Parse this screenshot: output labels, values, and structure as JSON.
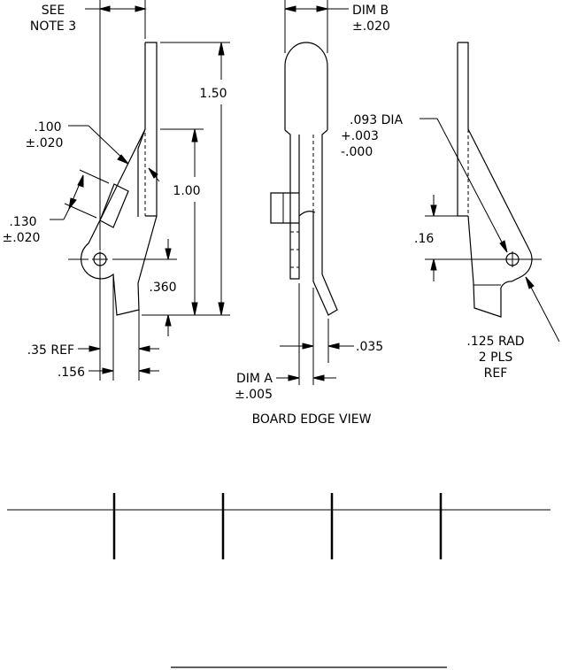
{
  "labels": {
    "see_note": [
      "SEE",
      "NOTE 3"
    ],
    "dim_b": [
      "DIM B",
      "±.020"
    ],
    "tol_100": [
      ".100",
      "±.020"
    ],
    "tol_130": [
      ".130",
      "±.020"
    ],
    "dim_150": "1.50",
    "dim_100": "1.00",
    "dim_360": ".360",
    "ref_35": ".35 REF",
    "dim_156": ".156",
    "dia_093": [
      ".093 DIA",
      "+.003",
      "-.000"
    ],
    "dim_16": ".16",
    "dim_035": ".035",
    "dim_a": [
      "DIM A",
      "±.005"
    ],
    "board_edge_view": "BOARD EDGE VIEW",
    "rad_125": [
      ".125 RAD",
      "2 PLS",
      "REF"
    ]
  }
}
